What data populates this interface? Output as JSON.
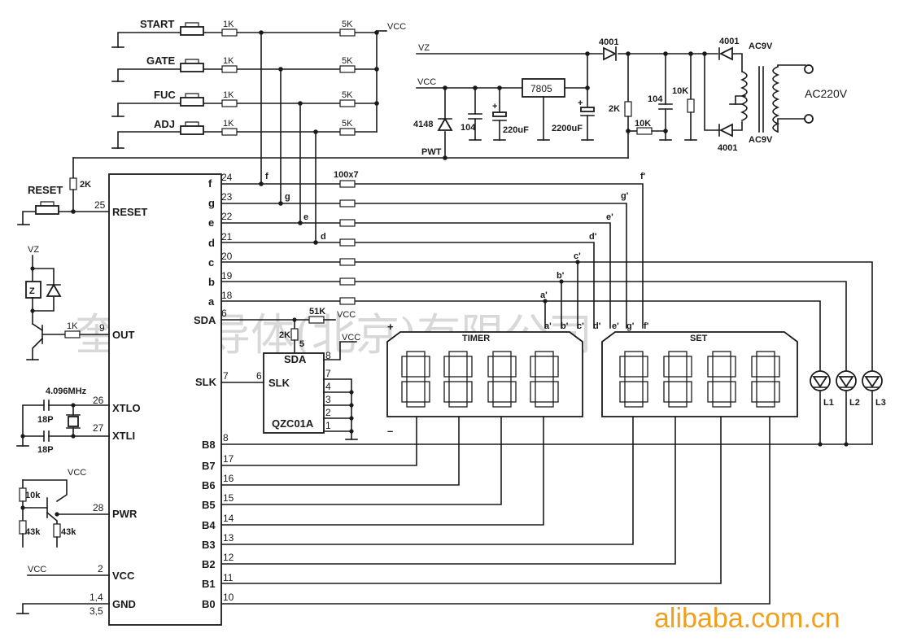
{
  "labels": {
    "start": "START",
    "gate": "GATE",
    "fuc": "FUC",
    "adj": "ADJ",
    "reset": "RESET",
    "r1k": "1K",
    "r5k": "5K",
    "r2k": "2K",
    "r10k": "10K",
    "r10k_lower": "10k",
    "r43k": "43k",
    "r51k": "51K",
    "r100x7": "100x7",
    "vcc": "VCC",
    "vz": "VZ",
    "pwt": "PWT",
    "regulator": "7805",
    "cap104": "104",
    "cap220": "220uF",
    "cap2200": "2200uF",
    "diode4148": "4148",
    "diode4001": "4001",
    "ac9v": "AC9V",
    "ac220v": "AC220V",
    "crystal": "4.096MHz",
    "cap18p": "18P",
    "zener": "Z",
    "timer": "TIMER",
    "set": "SET",
    "chip2": "QZC01A",
    "plus": "+",
    "minus": "–",
    "l1": "L1",
    "l2": "L2",
    "l3": "L3"
  },
  "mcu_pins": [
    {
      "name": "f",
      "num": "24"
    },
    {
      "name": "g",
      "num": "23"
    },
    {
      "name": "e",
      "num": "22"
    },
    {
      "name": "d",
      "num": "21"
    },
    {
      "name": "c",
      "num": "20"
    },
    {
      "name": "b",
      "num": "19"
    },
    {
      "name": "a",
      "num": "18"
    },
    {
      "name": "SDA",
      "num": "6"
    },
    {
      "name": "SLK",
      "num": "7"
    },
    {
      "name": "B8",
      "num": "8"
    },
    {
      "name": "B7",
      "num": "17"
    },
    {
      "name": "B6",
      "num": "16"
    },
    {
      "name": "B5",
      "num": "15"
    },
    {
      "name": "B4",
      "num": "14"
    },
    {
      "name": "B3",
      "num": "13"
    },
    {
      "name": "B2",
      "num": "12"
    },
    {
      "name": "B1",
      "num": "11"
    },
    {
      "name": "B0",
      "num": "10"
    },
    {
      "name": "RESET",
      "num": "25"
    },
    {
      "name": "OUT",
      "num": "9"
    },
    {
      "name": "XTLO",
      "num": "26"
    },
    {
      "name": "XTLI",
      "num": "27"
    },
    {
      "name": "PWR",
      "num": "28"
    },
    {
      "name": "VCC",
      "num": "2"
    },
    {
      "name": "GND",
      "num_a": "1,4",
      "num_b": "3,5"
    }
  ],
  "chip2_pins": {
    "sda": "SDA",
    "sda_num": "8",
    "slk": "SLK",
    "slk_num": "6",
    "top_num": "5",
    "p7": "7",
    "p4": "4",
    "p3": "3",
    "p2": "2",
    "p1": "1"
  },
  "node_labels": {
    "f": "f",
    "g": "g",
    "e": "e",
    "d": "d"
  },
  "prime_labels": {
    "a": "a'",
    "b": "b'",
    "c": "c'",
    "d": "d'",
    "e": "e'",
    "f": "f'",
    "g": "g'"
  },
  "watermark": "奎克兰导体(北京)有限公司",
  "brand": "alibaba.com.cn"
}
